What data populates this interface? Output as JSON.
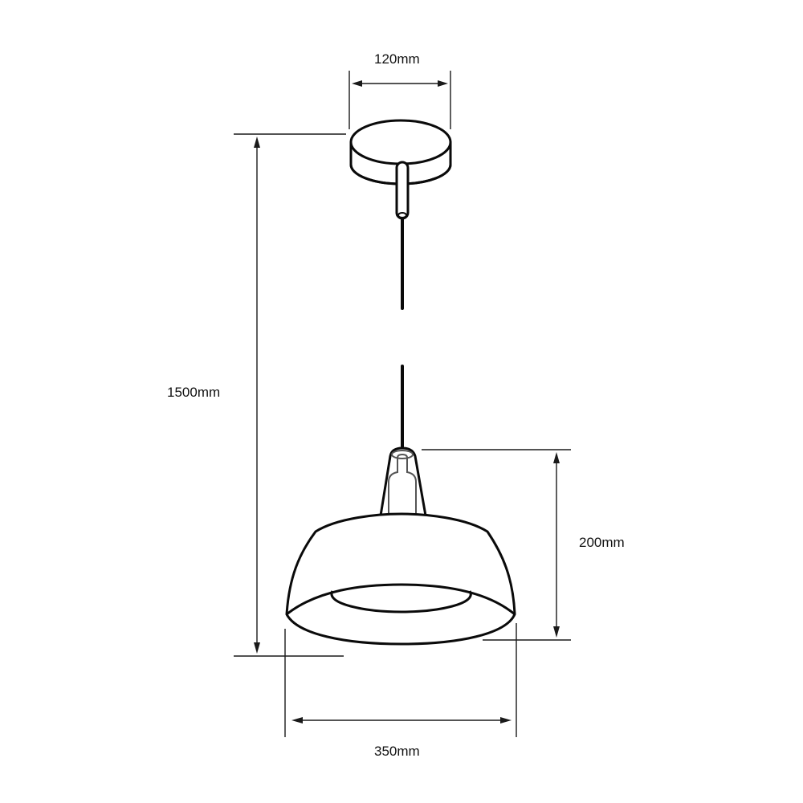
{
  "diagram": {
    "subject": "pendant lamp dimension drawing",
    "colors": {
      "background": "#ffffff",
      "line": "#0a0a0a",
      "dimension_line": "#1a1a1a",
      "text": "#111111"
    },
    "dimensions": {
      "canopy_width": {
        "label": "120mm",
        "value": 120,
        "unit": "mm"
      },
      "overall_drop": {
        "label": "1500mm",
        "value": 1500,
        "unit": "mm"
      },
      "shade_height": {
        "label": "200mm",
        "value": 200,
        "unit": "mm"
      },
      "shade_width": {
        "label": "350mm",
        "value": 350,
        "unit": "mm"
      }
    },
    "parts": [
      "ceiling canopy",
      "cable grip rod",
      "suspension cable (broken view)",
      "lamp socket housing",
      "dome shade",
      "diffuser opening"
    ]
  }
}
